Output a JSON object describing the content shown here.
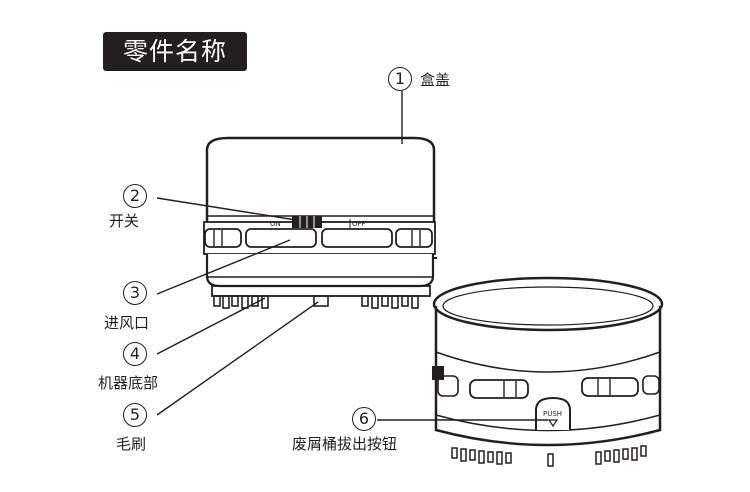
{
  "title": "零件名称",
  "parts": [
    {
      "number": "1",
      "label": "盒盖"
    },
    {
      "number": "2",
      "label": "开关"
    },
    {
      "number": "3",
      "label": "进风口"
    },
    {
      "number": "4",
      "label": "机器底部"
    },
    {
      "number": "5",
      "label": "毛刷"
    },
    {
      "number": "6",
      "label": "废屑桶拔出按钮"
    }
  ],
  "device": {
    "switch_on": "ON",
    "switch_off": "OFF",
    "push_button": "PUSH"
  }
}
